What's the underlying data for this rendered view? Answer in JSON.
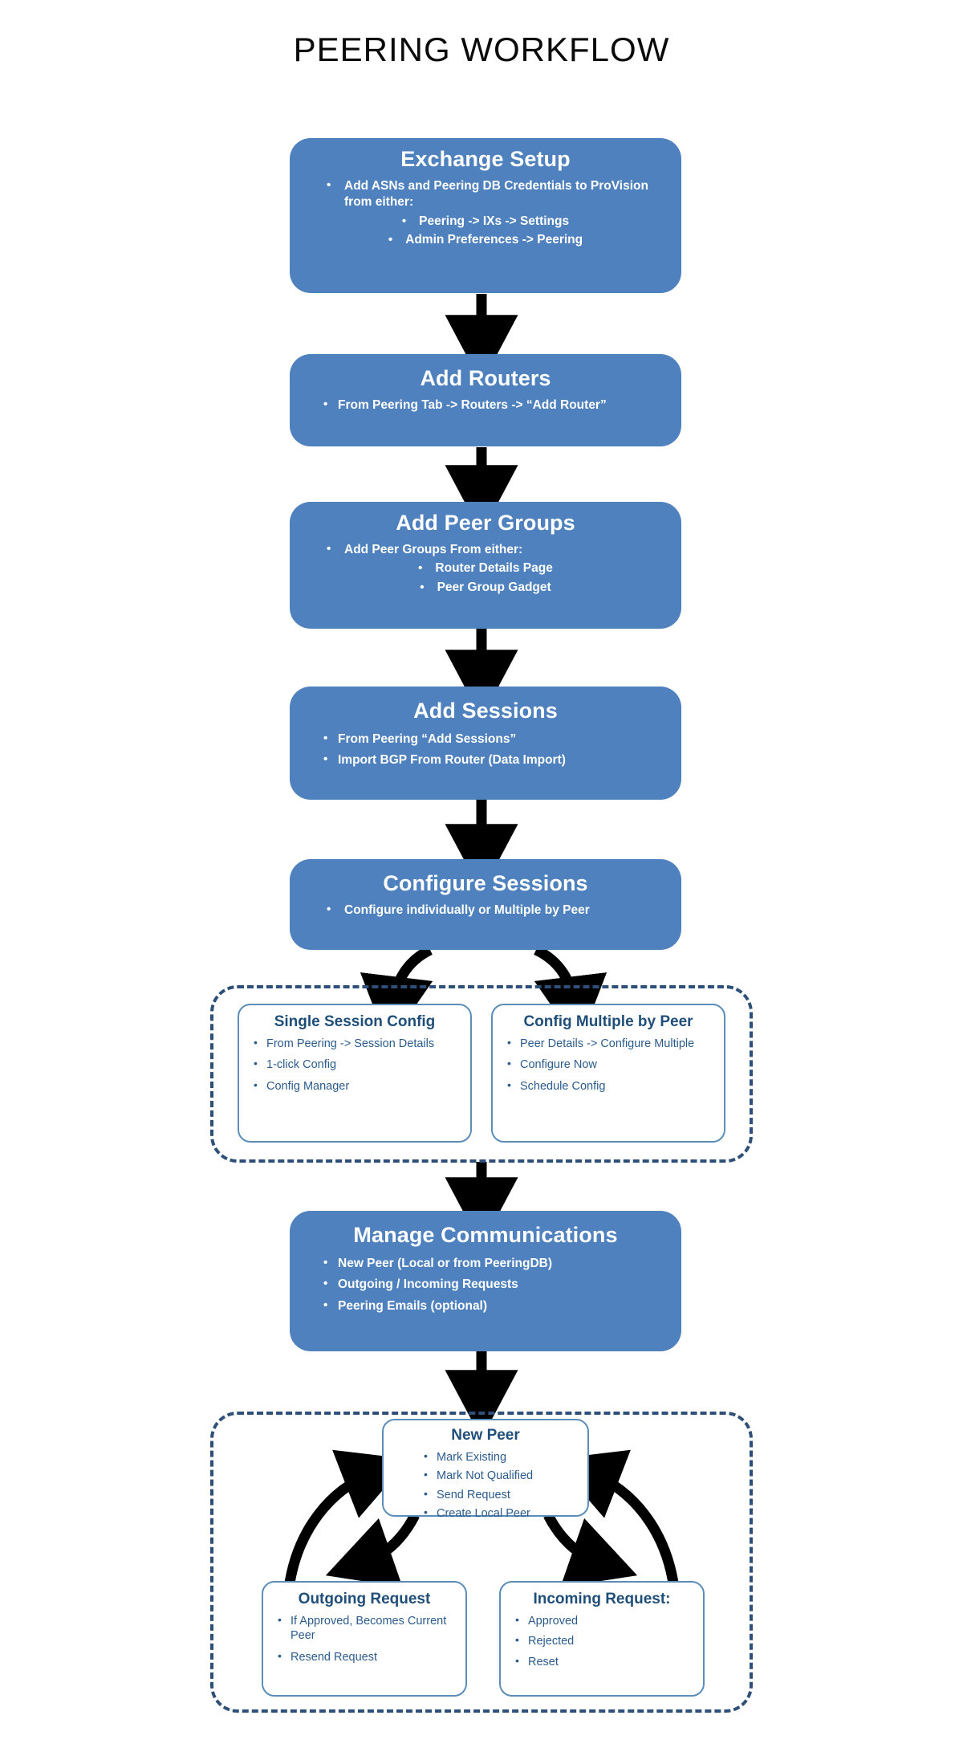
{
  "title": "PEERING WORKFLOW",
  "colors": {
    "step_fill": "#4E81BD",
    "step_text": "#FFFFFF",
    "dashed_border": "#2E4F78",
    "subcard_border": "#5B8DB8",
    "subcard_title": "#1F4E79",
    "subcard_text": "#2B5B8C",
    "arrow": "#000000",
    "background": "#FFFFFF"
  },
  "steps": [
    {
      "id": "exchange-setup",
      "title": "Exchange Setup",
      "bullets": [
        "Add ASNs and Peering DB Credentials to ProVision from either:"
      ],
      "subbullets": [
        "Peering -> IXs -> Settings",
        "Admin Preferences -> Peering"
      ]
    },
    {
      "id": "add-routers",
      "title": "Add Routers",
      "bullets": [
        "From Peering Tab -> Routers -> “Add Router”"
      ],
      "subbullets": []
    },
    {
      "id": "add-peer-groups",
      "title": "Add Peer Groups",
      "bullets": [
        "Add Peer Groups From either:"
      ],
      "subbullets": [
        "Router Details Page",
        "Peer Group Gadget"
      ]
    },
    {
      "id": "add-sessions",
      "title": "Add Sessions",
      "bullets": [
        "From  Peering “Add Sessions”",
        "Import BGP From Router (Data Import)"
      ],
      "subbullets": []
    },
    {
      "id": "configure-sessions",
      "title": "Configure Sessions",
      "bullets": [
        "Configure individually or Multiple by Peer"
      ],
      "subbullets": []
    },
    {
      "id": "manage-communications",
      "title": "Manage Communications",
      "bullets": [
        "New Peer (Local or from PeeringDB)",
        "Outgoing / Incoming Requests",
        "Peering Emails (optional)"
      ],
      "subbullets": []
    }
  ],
  "config_group": {
    "cards": [
      {
        "id": "single-session-config",
        "title": "Single Session Config",
        "bullets": [
          "From Peering -> Session Details",
          "1-click Config",
          "Config Manager"
        ]
      },
      {
        "id": "config-multiple-by-peer",
        "title": "Config Multiple by Peer",
        "bullets": [
          "Peer Details -> Configure Multiple",
          "Configure Now",
          "Schedule Config"
        ]
      }
    ]
  },
  "communications_group": {
    "cards": [
      {
        "id": "new-peer",
        "title": "New Peer",
        "bullets": [
          "Mark Existing",
          "Mark Not Qualified",
          "Send Request",
          "Create Local Peer"
        ]
      },
      {
        "id": "outgoing-request",
        "title": "Outgoing Request",
        "bullets": [
          "If Approved, Becomes Current Peer",
          "Resend Request"
        ]
      },
      {
        "id": "incoming-request",
        "title": "Incoming Request:",
        "bullets": [
          "Approved",
          "Rejected",
          "Reset"
        ]
      }
    ]
  }
}
